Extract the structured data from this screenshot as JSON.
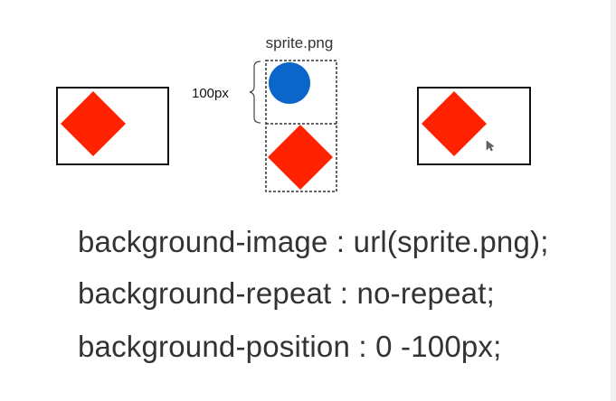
{
  "diagram": {
    "sprite_label": "sprite.png",
    "offset_label": "100px",
    "colors": {
      "diamond": "#ff2200",
      "circle": "#0a66c8",
      "frame": "#111111",
      "dashed": "#333333"
    },
    "icons": [
      "red-diamond-icon",
      "blue-circle-icon",
      "cursor-icon"
    ]
  },
  "code": {
    "lines": [
      "background-image : url(sprite.png);",
      "background-repeat : no-repeat;",
      "background-position : 0 -100px;"
    ]
  }
}
